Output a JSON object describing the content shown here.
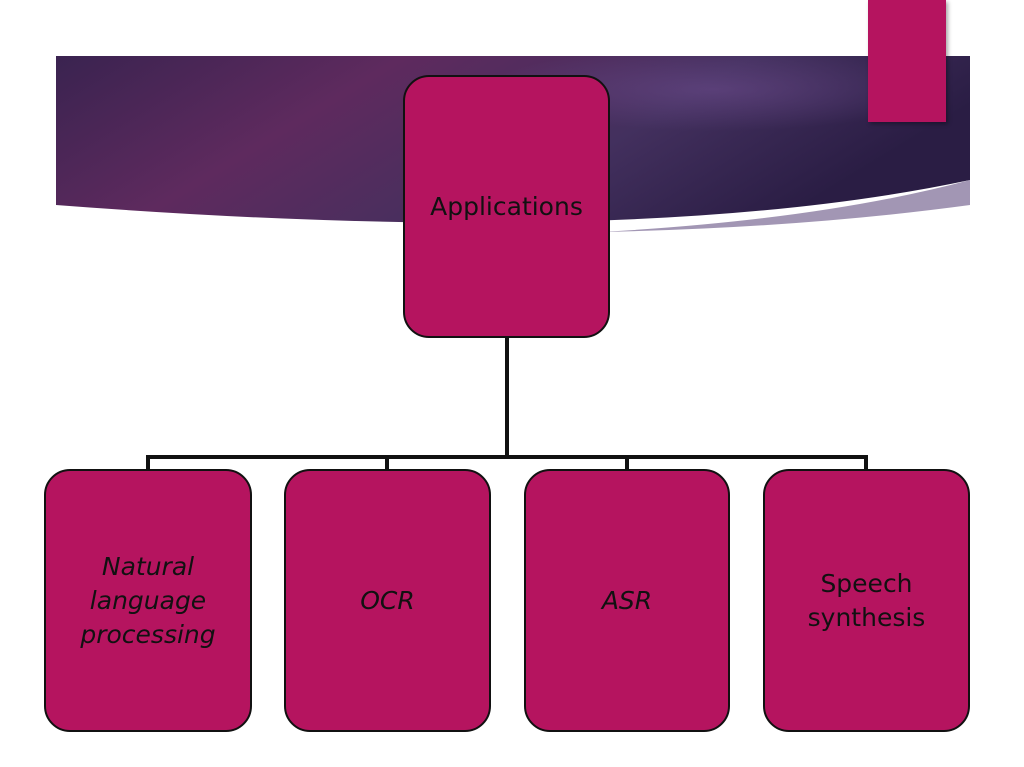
{
  "diagram": {
    "root": {
      "label": "Applications"
    },
    "children": [
      {
        "id": "nlp",
        "lines": [
          "Natural",
          "language",
          "processing"
        ],
        "italic": true
      },
      {
        "id": "ocr",
        "lines": [
          "OCR"
        ],
        "italic": true
      },
      {
        "id": "asr",
        "lines": [
          "ASR"
        ],
        "italic": true
      },
      {
        "id": "speech",
        "lines": [
          "Speech",
          "synthesis"
        ],
        "italic": false
      }
    ]
  },
  "colors": {
    "node_fill": "#b5145f",
    "banner_dark": "#2a1d44",
    "banner_mid": "#5a2d5c",
    "connector": "#111111"
  }
}
